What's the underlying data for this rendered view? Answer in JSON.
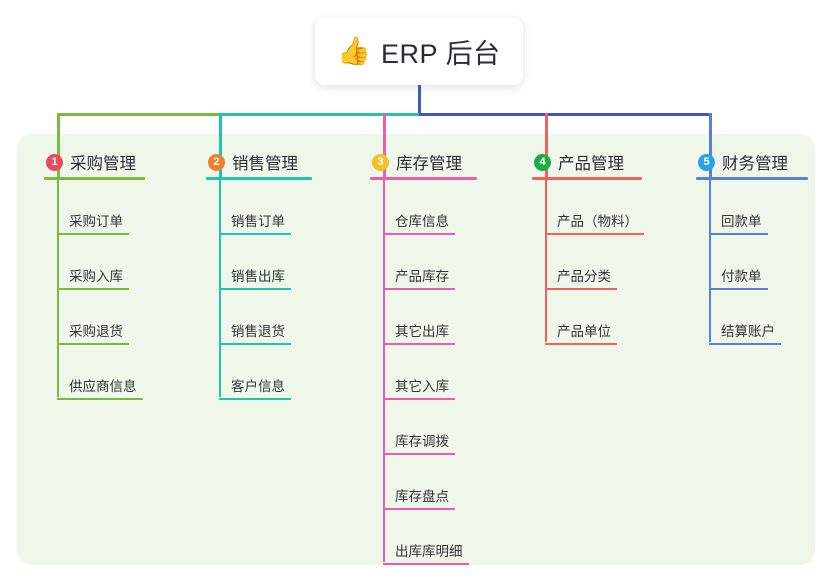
{
  "page": {
    "background": "#ffffff",
    "panel_color": "#eef7ea"
  },
  "root": {
    "icon": "thumbs-up-icon",
    "emoji": "👍",
    "label": "ERP 后台",
    "stem_color": "#4159c9"
  },
  "bus": {
    "segments": [
      {
        "name": "green-segment",
        "color": "#7cb93f"
      },
      {
        "name": "teal-segment",
        "color": "#1ec4ab"
      },
      {
        "name": "indigo-segment",
        "color": "#4a53c4"
      }
    ]
  },
  "branches": [
    {
      "number": "1",
      "badge_color": "#ea4a5a",
      "line_color": "#7cb93f",
      "title": "采购管理",
      "items": [
        "采购订单",
        "采购入库",
        "采购退货",
        "供应商信息"
      ]
    },
    {
      "number": "2",
      "badge_color": "#f08030",
      "line_color": "#20c4b0",
      "title": "销售管理",
      "items": [
        "销售订单",
        "销售出库",
        "销售退货",
        "客户信息"
      ]
    },
    {
      "number": "3",
      "badge_color": "#f5c024",
      "line_color": "#ea5fa8",
      "title": "库存管理",
      "items": [
        "仓库信息",
        "产品库存",
        "其它出库",
        "其它入库",
        "库存调拨",
        "库存盘点",
        "出库库明细"
      ]
    },
    {
      "number": "4",
      "badge_color": "#1faa4c",
      "line_color": "#f4615c",
      "title": "产品管理",
      "items": [
        "产品（物料）",
        "产品分类",
        "产品单位"
      ]
    },
    {
      "number": "5",
      "badge_color": "#2aa3e0",
      "line_color": "#5a7fd4",
      "title": "财务管理",
      "items": [
        "回款单",
        "付款单",
        "结算账户"
      ]
    }
  ]
}
